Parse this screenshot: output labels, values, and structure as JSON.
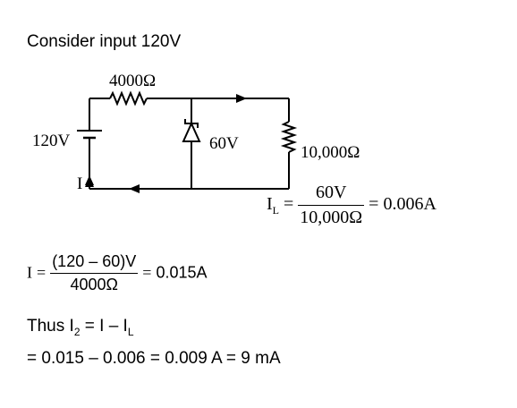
{
  "intro": "Consider input 120V",
  "circuit": {
    "resistor_series": "4000Ω",
    "source": "120V",
    "zener": "60V",
    "resistor_load": "10,000Ω",
    "current_label": "I"
  },
  "il_equation": {
    "lhs": "I",
    "lhs_sub": "L",
    "eq1": "=",
    "numerator": "60V",
    "denominator": "10,000Ω",
    "eq2": "=",
    "result": "0.006A"
  },
  "i_equation": {
    "lhs": "I",
    "eq1": "=",
    "numerator": "(120 – 60)V",
    "denominator": "4000Ω",
    "eq2": "=",
    "result": "0.015A"
  },
  "thus_line": {
    "prefix": "Thus I",
    "sub1": "2",
    "mid": " = I – I",
    "sub2": "L"
  },
  "final_line": "= 0.015 – 0.006 = 0.009 A = 9 mA"
}
